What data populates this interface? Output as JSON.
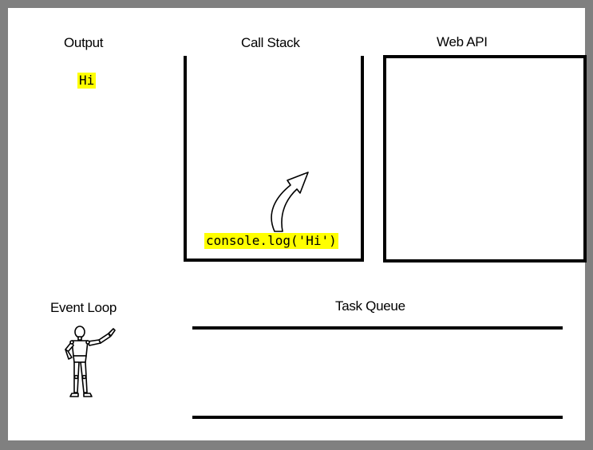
{
  "sections": {
    "output": {
      "title": "Output",
      "lines": [
        "Hi"
      ]
    },
    "call_stack": {
      "title": "Call Stack",
      "frames": [
        "console.log('Hi')"
      ]
    },
    "web_api": {
      "title": "Web API"
    },
    "event_loop": {
      "title": "Event Loop"
    },
    "task_queue": {
      "title": "Task Queue"
    }
  },
  "colors": {
    "highlight": "#ffff00",
    "frame_border": "#808080",
    "ink": "#000000"
  },
  "icons": {
    "event_loop_figure": "mannequin-pointing-icon",
    "stack_arrow": "curved-up-arrow-icon"
  }
}
